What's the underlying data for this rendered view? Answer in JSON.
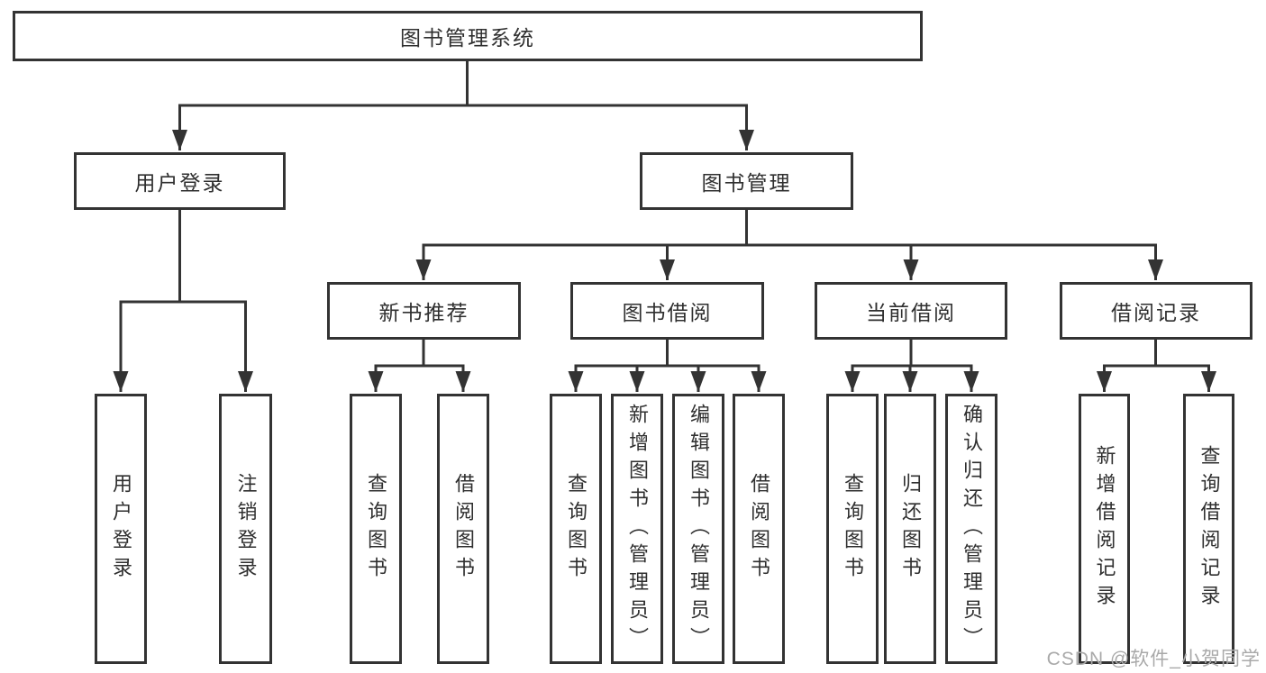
{
  "diagram": {
    "root": {
      "label": "图书管理系统"
    },
    "level2": [
      {
        "label": "用户登录"
      },
      {
        "label": "图书管理"
      }
    ],
    "level3": [
      {
        "label": "新书推荐"
      },
      {
        "label": "图书借阅"
      },
      {
        "label": "当前借阅"
      },
      {
        "label": "借阅记录"
      }
    ],
    "leaves": {
      "user_login": [
        "用户登录",
        "注销登录"
      ],
      "new_book": [
        "查询图书",
        "借阅图书"
      ],
      "book_borrow": [
        "查询图书",
        "新增图书（管理员）",
        "编辑图书（管理员）",
        "借阅图书"
      ],
      "current_borrow": [
        "查询图书",
        "归还图书",
        "确认归还（管理员）"
      ],
      "borrow_record": [
        "新增借阅记录",
        "查询借阅记录"
      ]
    }
  },
  "watermark": {
    "text": "CSDN @软件_小贺同学"
  },
  "colors": {
    "line": "#333333",
    "text": "#2f2f2f",
    "background": "#ffffff",
    "watermark": "#a9a9a9"
  }
}
